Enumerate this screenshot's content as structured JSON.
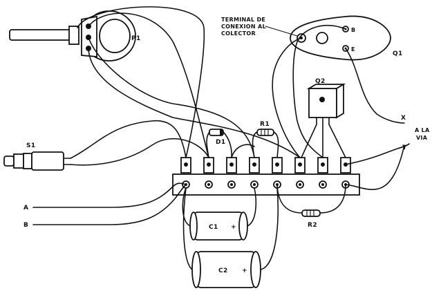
{
  "labels": {
    "p1": "P1",
    "s1": "S1",
    "d1": "D1",
    "r1": "R1",
    "r2": "R2",
    "q1": "Q1",
    "q2": "Q2",
    "c1": "C1",
    "c2": "C2",
    "terminal_line1": "TERMINAL DE",
    "terminal_line2": "CONEXION AL",
    "terminal_line3": "COLECTOR",
    "b_pin": "B",
    "e_pin": "E",
    "x_wire": "X",
    "y_wire": "Y",
    "a_wire": "A",
    "b_wire": "B",
    "via_line1": "A LA",
    "via_line2": "VIA",
    "plus_c1": "+",
    "plus_c2": "+"
  },
  "colors": {
    "ink": "#111111",
    "paper": "#ffffff"
  }
}
